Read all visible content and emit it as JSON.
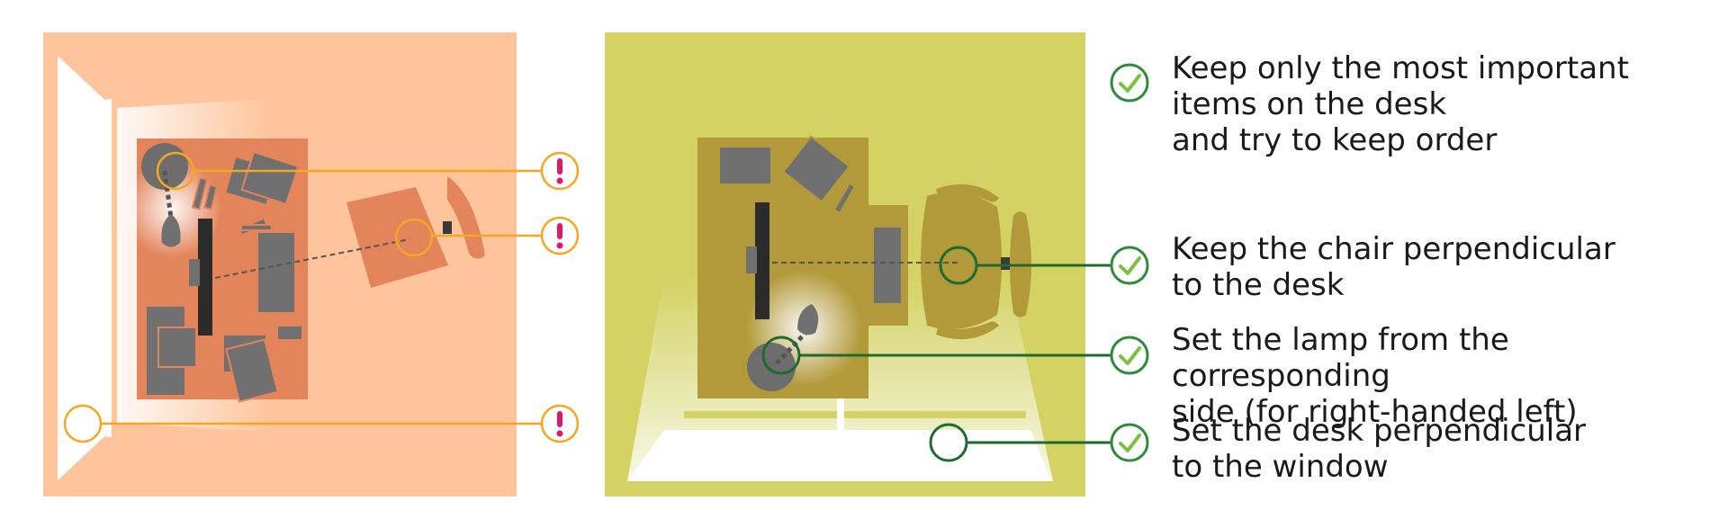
{
  "colors": {
    "bad_room": "#fec49b",
    "bad_desk": "#e3845b",
    "good_room": "#d3d263",
    "good_desk": "#b29939",
    "object_gray": "#707070",
    "warning": "#f5a623",
    "warning_mark": "#e0186c",
    "check_ring": "#2e8b3c",
    "check_mark": "#7cc242",
    "connector_green": "#1e6b30"
  },
  "icons": {
    "warning": "exclamation-circle-icon",
    "ok": "checkmark-circle-icon"
  },
  "tips": [
    {
      "text": "Keep only the most important\nitems on the desk\nand try to keep order"
    },
    {
      "text": "Keep the chair perpendicular\nto the desk"
    },
    {
      "text": "Set the lamp from the corresponding\nside (for right-handed left)"
    },
    {
      "text": "Set the desk perpendicular\nto the window"
    }
  ]
}
